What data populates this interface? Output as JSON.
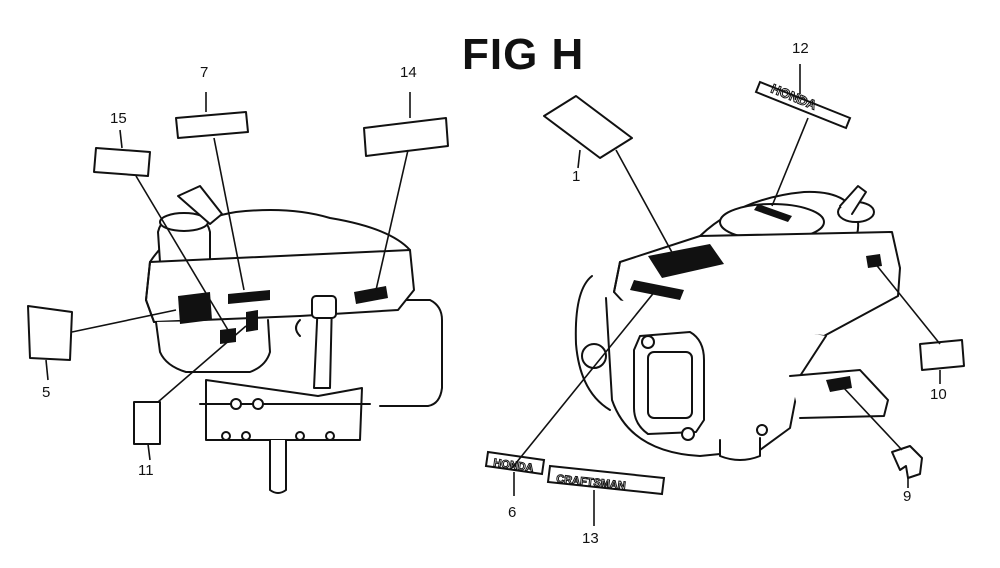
{
  "figure": {
    "title": "FIG H"
  },
  "callouts": [
    {
      "id": "1",
      "label": "1"
    },
    {
      "id": "5",
      "label": "5"
    },
    {
      "id": "6",
      "label": "6"
    },
    {
      "id": "7",
      "label": "7"
    },
    {
      "id": "9",
      "label": "9"
    },
    {
      "id": "10",
      "label": "10"
    },
    {
      "id": "11",
      "label": "11"
    },
    {
      "id": "12",
      "label": "12"
    },
    {
      "id": "13",
      "label": "13"
    },
    {
      "id": "14",
      "label": "14"
    },
    {
      "id": "15",
      "label": "15"
    }
  ],
  "decals": {
    "honda_upper": "HONDA",
    "honda_lower": "HONDA",
    "craftsman": "CRAFTSMAN"
  }
}
